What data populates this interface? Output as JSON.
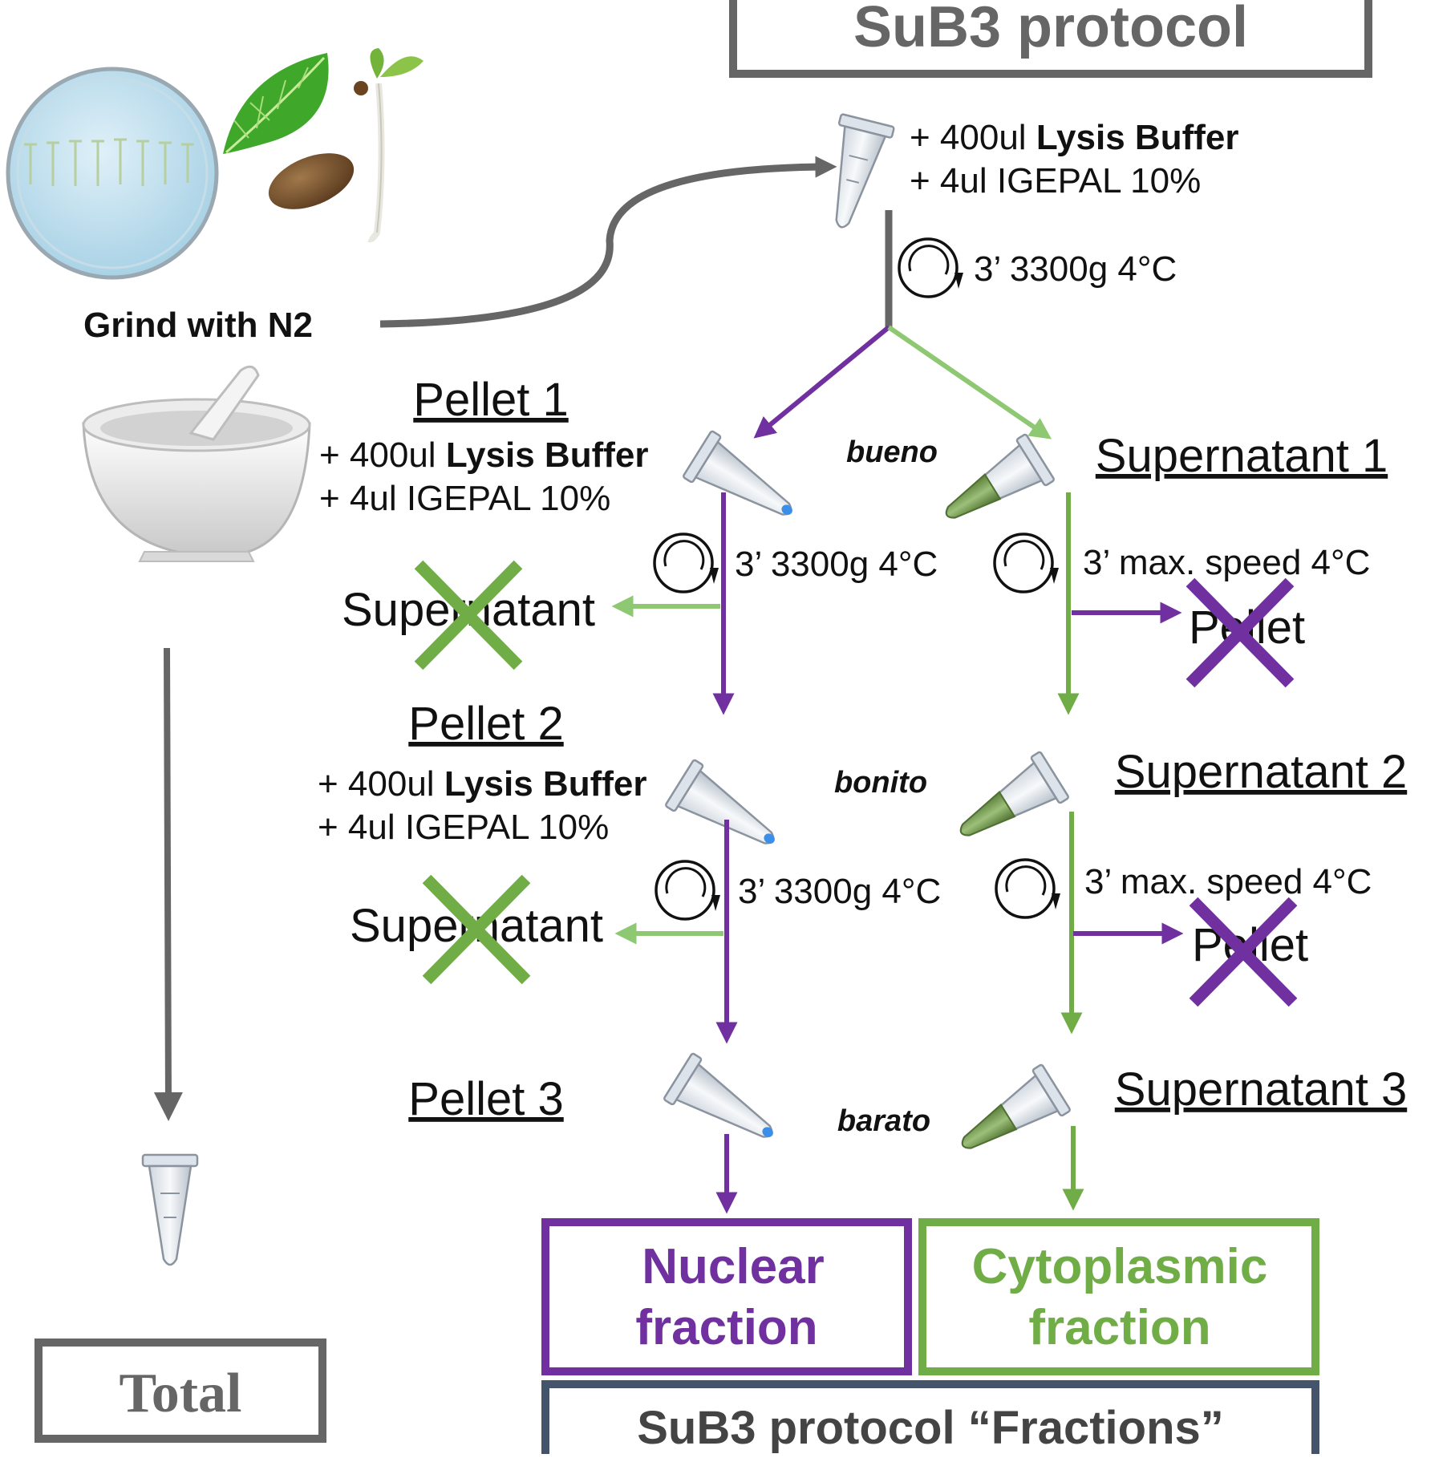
{
  "colors": {
    "nuclear": "#7030a0",
    "cytoplasmic": "#70ad47",
    "light_green": "#8fc872",
    "gray": "#666666",
    "dark_border": "#44546a"
  },
  "icons": [
    "petri-dish-icon",
    "leaf-icon",
    "seed-icon",
    "seedling-icon",
    "mortar-pestle-icon",
    "tube-icon",
    "centrifuge-icon",
    "discard-x-icon"
  ],
  "header": {
    "title": "SuB3 protocol"
  },
  "start": {
    "grind_label": "Grind with N2",
    "add_line1_prefix": "+ 400ul ",
    "add_line1_bold": "Lysis Buffer",
    "add_line2": "+ 4ul IGEPAL 10%",
    "spin": "3’ 3300g 4°C"
  },
  "pellets": [
    {
      "label": "Pellet 1",
      "name": "bueno",
      "add_prefix": "+ 400ul ",
      "add_bold": "Lysis Buffer",
      "add_line2": "+ 4ul IGEPAL 10%",
      "spin": "3’ 3300g 4°C",
      "discard": "Supernatant"
    },
    {
      "label": "Pellet 2",
      "name": "bonito",
      "add_prefix": "+ 400ul ",
      "add_bold": "Lysis Buffer",
      "add_line2": "+ 4ul IGEPAL 10%",
      "spin": "3’ 3300g 4°C",
      "discard": "Supernatant"
    },
    {
      "label": "Pellet 3",
      "name": "barato"
    }
  ],
  "supernatants": [
    {
      "label": "Supernatant 1",
      "spin": "3’ max. speed 4°C",
      "discard": "Pellet"
    },
    {
      "label": "Supernatant 2",
      "spin": "3’ max. speed 4°C",
      "discard": "Pellet"
    },
    {
      "label": "Supernatant 3"
    }
  ],
  "fractions": {
    "nuclear_line1": "Nuclear",
    "nuclear_line2": "fraction",
    "cyto_line1": "Cytoplasmic",
    "cyto_line2": "fraction"
  },
  "total_label": "Total",
  "footer": {
    "title": "SuB3 protocol “Fractions”"
  }
}
